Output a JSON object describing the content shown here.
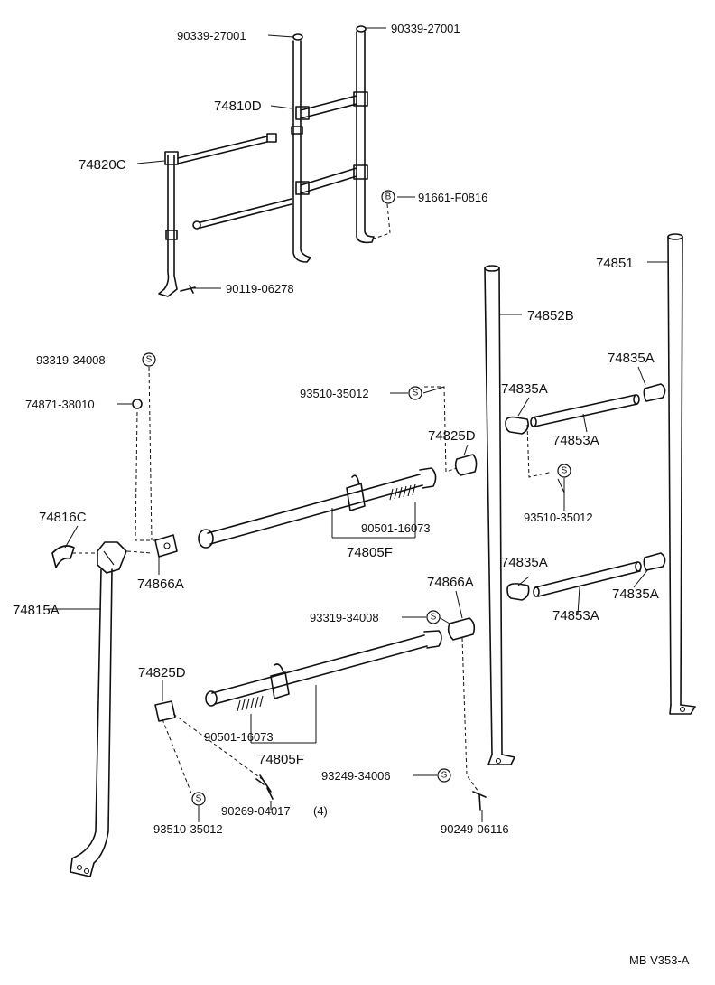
{
  "diagram": {
    "parts": [
      {
        "id": "p1",
        "label": "90339-27001"
      },
      {
        "id": "p2",
        "label": "90339-27001"
      },
      {
        "id": "p3",
        "label": "74810D"
      },
      {
        "id": "p4",
        "label": "74820C"
      },
      {
        "id": "p5",
        "label": "91661-F0816",
        "symbol": "B"
      },
      {
        "id": "p6",
        "label": "90119-06278"
      },
      {
        "id": "p7",
        "label": "74851"
      },
      {
        "id": "p8",
        "label": "74852B"
      },
      {
        "id": "p9",
        "label": "93319-34008",
        "symbol": "S"
      },
      {
        "id": "p10",
        "label": "74835A"
      },
      {
        "id": "p11",
        "label": "74871-38010"
      },
      {
        "id": "p12",
        "label": "93510-35012",
        "symbol": "S"
      },
      {
        "id": "p13",
        "label": "74835A"
      },
      {
        "id": "p14",
        "label": "74825D"
      },
      {
        "id": "p15",
        "label": "74853A"
      },
      {
        "id": "p16",
        "label": "93510-35012",
        "symbol": "S"
      },
      {
        "id": "p17",
        "label": "74816C"
      },
      {
        "id": "p18",
        "label": "90501-16073"
      },
      {
        "id": "p19",
        "label": "74805F"
      },
      {
        "id": "p20",
        "label": "74866A"
      },
      {
        "id": "p21",
        "label": "74835A"
      },
      {
        "id": "p22",
        "label": "74866A"
      },
      {
        "id": "p23",
        "label": "74815A"
      },
      {
        "id": "p24",
        "label": "74835A"
      },
      {
        "id": "p25",
        "label": "74853A"
      },
      {
        "id": "p26",
        "label": "93319-34008",
        "symbol": "S"
      },
      {
        "id": "p27",
        "label": "74825D"
      },
      {
        "id": "p28",
        "label": "90501-16073"
      },
      {
        "id": "p29",
        "label": "74805F"
      },
      {
        "id": "p30",
        "label": "93249-34006",
        "symbol": "S"
      },
      {
        "id": "p31",
        "label": "90269-04017",
        "qty": "(4)"
      },
      {
        "id": "p32",
        "label": "93510-35012",
        "symbol": "S"
      },
      {
        "id": "p33",
        "label": "90249-06116"
      }
    ],
    "footer_code": "MB V353-A"
  }
}
